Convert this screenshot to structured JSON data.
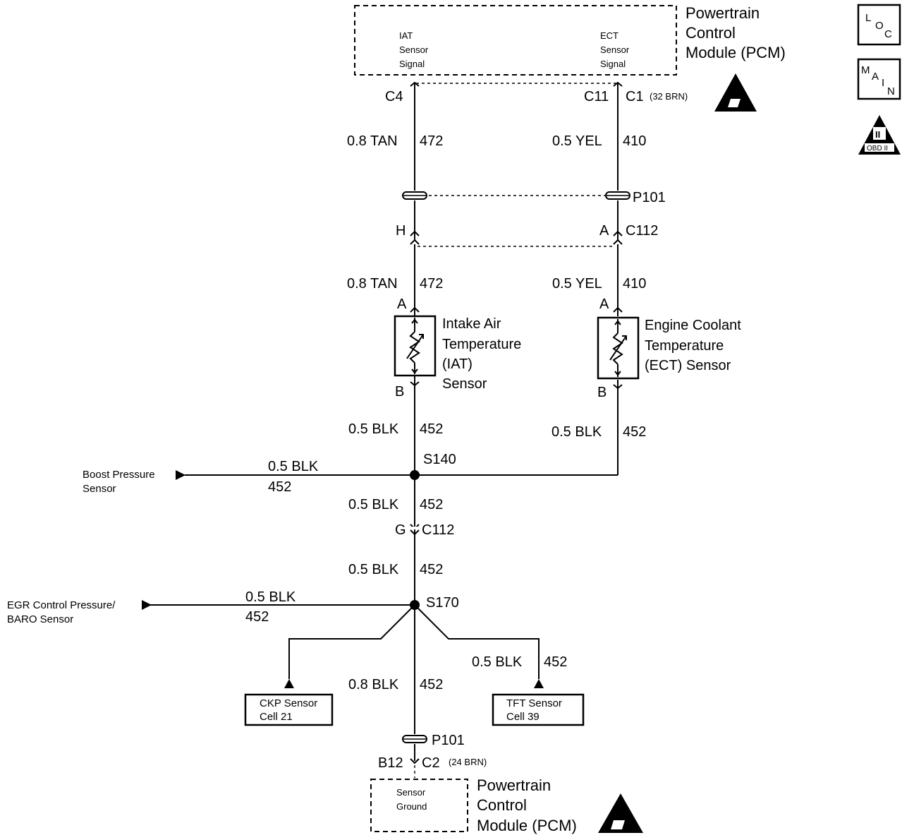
{
  "pcm_top": {
    "title": [
      "Powertrain",
      "Control",
      "Module (PCM)"
    ],
    "iat_signal": [
      "IAT",
      "Sensor",
      "Signal"
    ],
    "ect_signal": [
      "ECT",
      "Sensor",
      "Signal"
    ]
  },
  "side_icons": {
    "loc": [
      "L",
      "O",
      "C"
    ],
    "main": [
      "M",
      "A",
      "I",
      "N"
    ],
    "obd": {
      "numeral": "II",
      "text": "OBD II"
    }
  },
  "left_branch": {
    "pin_top": "C4",
    "wire1_gauge": "0.8 TAN",
    "wire1_circuit": "472",
    "pin_h": "H",
    "wire2_gauge": "0.8 TAN",
    "wire2_circuit": "472",
    "pin_a": "A",
    "sensor_name": [
      "Intake Air",
      "Temperature",
      "(IAT)",
      "Sensor"
    ],
    "pin_b": "B",
    "wire3_gauge": "0.5 BLK",
    "wire3_circuit": "452"
  },
  "right_branch": {
    "pin_top": "C11",
    "connector_top": "C1",
    "connector_top_note": "(32 BRN)",
    "wire1_gauge": "0.5 YEL",
    "wire1_circuit": "410",
    "connector_mid": "P101",
    "pin_a_upper": "A",
    "connector_c112": "C112",
    "wire2_gauge": "0.5 YEL",
    "wire2_circuit": "410",
    "pin_a": "A",
    "sensor_name": [
      "Engine Coolant",
      "Temperature",
      "(ECT) Sensor"
    ],
    "pin_b": "B",
    "wire3_gauge": "0.5 BLK",
    "wire3_circuit": "452"
  },
  "splice_s140": {
    "label": "S140",
    "boost_sensor": [
      "Boost Pressure",
      "Sensor"
    ],
    "boost_gauge": "0.5 BLK",
    "boost_circuit": "452",
    "down_gauge": "0.5 BLK",
    "down_circuit": "452"
  },
  "connector_g": {
    "pin": "G",
    "name": "C112"
  },
  "splice_s170": {
    "up_gauge": "0.5 BLK",
    "up_circuit": "452",
    "label": "S170",
    "egr_sensor": [
      "EGR Control Pressure/",
      "BARO Sensor"
    ],
    "egr_gauge": "0.5 BLK",
    "egr_circuit": "452",
    "ckp_box": [
      "CKP Sensor",
      "Cell 21"
    ],
    "tft_gauge": "0.5 BLK",
    "tft_circuit": "452",
    "tft_box": [
      "TFT Sensor",
      "Cell 39"
    ],
    "down_gauge": "0.8 BLK",
    "down_circuit": "452"
  },
  "pcm_bottom": {
    "connector": "P101",
    "pin": "B12",
    "connector_c2": "C2",
    "connector_note": "(24 BRN)",
    "sensor_ground": [
      "Sensor",
      "Ground"
    ],
    "title": [
      "Powertrain",
      "Control",
      "Module (PCM)"
    ]
  }
}
